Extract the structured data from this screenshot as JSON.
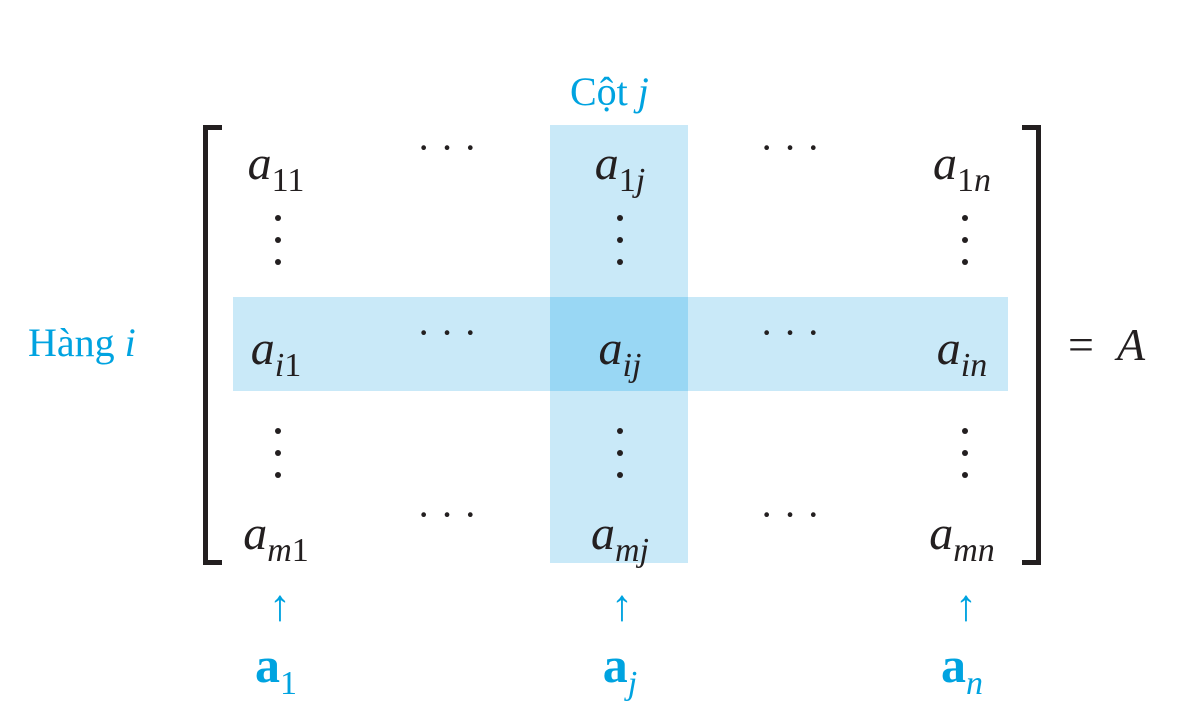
{
  "column_label": {
    "text": "Cột",
    "var": "j"
  },
  "row_label": {
    "text": "Hàng",
    "var": "i"
  },
  "rows": [
    {
      "cells": [
        {
          "base": "a",
          "sub": "11"
        },
        {
          "dots": "···"
        },
        {
          "base": "a",
          "sub": "1",
          "subv": "j"
        },
        {
          "dots": "···"
        },
        {
          "base": "a",
          "sub": "1",
          "subv": "n"
        }
      ]
    },
    {
      "cells": [
        {
          "base": "a",
          "subv": "i",
          "sub2": "1"
        },
        {
          "dots": "···"
        },
        {
          "base": "a",
          "subv": "ij"
        },
        {
          "dots": "···"
        },
        {
          "base": "a",
          "subv": "in"
        }
      ]
    },
    {
      "cells": [
        {
          "base": "a",
          "subv": "m",
          "sub2": "1"
        },
        {
          "dots": "···"
        },
        {
          "base": "a",
          "subv": "mj"
        },
        {
          "dots": "···"
        },
        {
          "base": "a",
          "subv": "mn"
        }
      ]
    }
  ],
  "equals": {
    "sign": "=",
    "name": "A"
  },
  "arrows": [
    "↑",
    "↑",
    "↑"
  ],
  "vectors": [
    {
      "base": "a",
      "sub": "1"
    },
    {
      "base": "a",
      "sub": "j"
    },
    {
      "base": "a",
      "sub": "n"
    }
  ],
  "colors": {
    "accent": "#00a3e0",
    "highlight": "#c9e9f8",
    "intersection": "#99d7f4",
    "ink": "#231f20"
  }
}
